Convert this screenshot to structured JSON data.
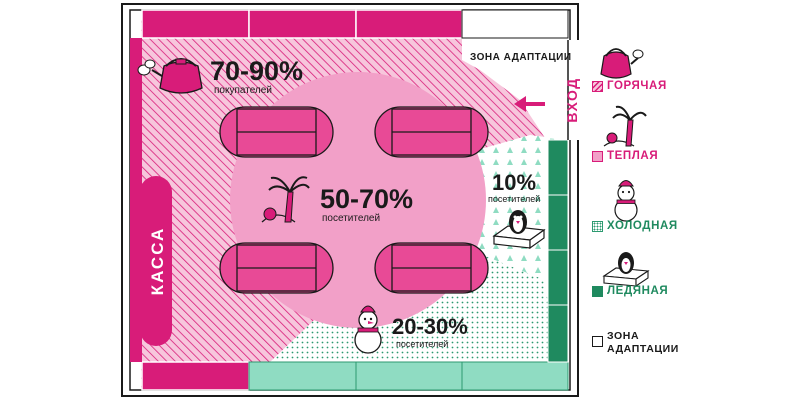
{
  "colors": {
    "hot": "#d81c79",
    "hot_hatch_bg": "#f7c6dc",
    "warm": "#f2a0c8",
    "table": "#e84a96",
    "cold": "#8fdcc2",
    "cold_dark": "#2c9a70",
    "icy": "#1f8a5f",
    "wall": "#1a1a1a"
  },
  "labels": {
    "adaptation_zone": "ЗОНА  АДАПТАЦИИ",
    "entrance": "ВХОД",
    "cashier": "КАССА"
  },
  "zones": {
    "hot": {
      "value": "70-90%",
      "caption": "покупателей"
    },
    "warm": {
      "value": "50-70%",
      "caption": "посетителей"
    },
    "icy": {
      "value": "10%",
      "caption": "посетителей"
    },
    "cold": {
      "value": "20-30%",
      "caption": "посетителей"
    }
  },
  "legend": [
    {
      "label": "ГОРЯЧАЯ",
      "icon": "kettle-icon"
    },
    {
      "label": "ТЕПЛАЯ",
      "icon": "palm-icon"
    },
    {
      "label": "ХОЛОДНАЯ",
      "icon": "snowman-icon"
    },
    {
      "label": "ЛЕДЯНАЯ",
      "icon": "penguin-on-ice-icon"
    },
    {
      "label": "ЗОНА",
      "label2": "АДАПТАЦИИ",
      "icon": ""
    }
  ]
}
